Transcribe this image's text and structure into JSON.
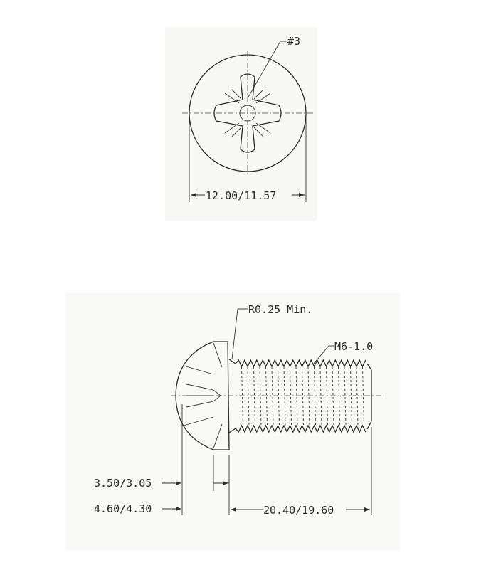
{
  "top_view": {
    "drive_label": "#3",
    "diameter_label": "12.00/11.57"
  },
  "side_view": {
    "radius_label": "R0.25 Min.",
    "thread_label": "M6-1.0",
    "head_height_label": "3.50/3.05",
    "head_total_label": "4.60/4.30",
    "length_label": "20.40/19.60"
  }
}
